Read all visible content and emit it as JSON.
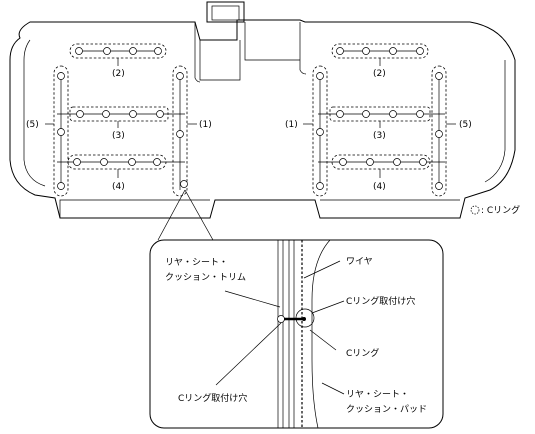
{
  "diagram": {
    "wire_numbers": {
      "w1_left": "(1)",
      "w1_right": "(1)",
      "w2_left": "(2)",
      "w2_right": "(2)",
      "w3_left": "(3)",
      "w3_right": "(3)",
      "w4_left": "(4)",
      "w4_right": "(4)",
      "w5_left": "(5)",
      "w5_right": "(5)"
    },
    "legend": ": Cリング",
    "detail": {
      "trim_line1": "リヤ・シート・",
      "trim_line2": "クッション・トリム",
      "wire": "ワイヤ",
      "c_ring_hole_right": "Cリング取付け穴",
      "c_ring": "Cリング",
      "pad_line1": "リヤ・シート・",
      "pad_line2": "クッション・パッド",
      "c_ring_hole_left": "Cリング取付け穴"
    }
  }
}
